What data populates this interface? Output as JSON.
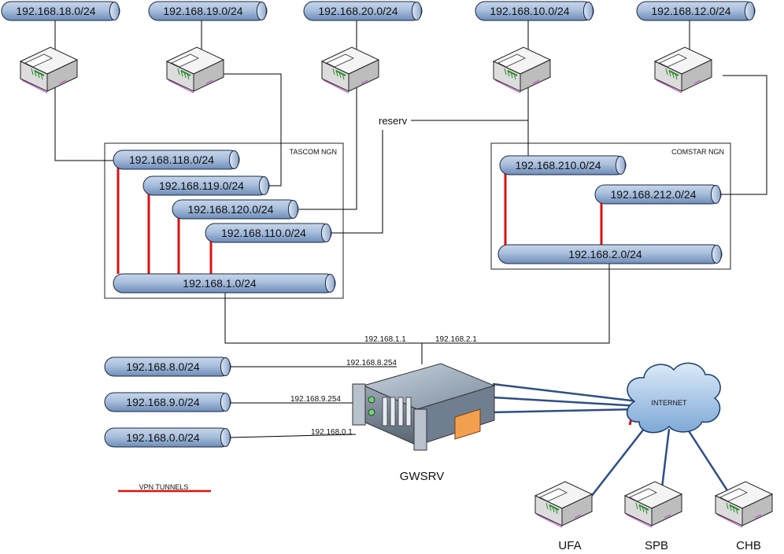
{
  "top_networks": [
    {
      "id": "n18",
      "label": "192.168.18.0/24"
    },
    {
      "id": "n19",
      "label": "192.168.19.0/24"
    },
    {
      "id": "n20",
      "label": "192.168.20.0/24"
    },
    {
      "id": "n10",
      "label": "192.168.10.0/24"
    },
    {
      "id": "n12",
      "label": "192.168.12.0/24"
    }
  ],
  "tascom": {
    "title": "TASCOM NGN",
    "segments": [
      {
        "id": "t118",
        "label": "192.168.118.0/24"
      },
      {
        "id": "t119",
        "label": "192.168.119.0/24"
      },
      {
        "id": "t120",
        "label": "192.168.120.0/24"
      },
      {
        "id": "t110",
        "label": "192.168.110.0/24"
      },
      {
        "id": "t1",
        "label": "192.168.1.0/24"
      }
    ]
  },
  "comstar": {
    "title": "COMSTAR NGN",
    "segments": [
      {
        "id": "c210",
        "label": "192.168.210.0/24"
      },
      {
        "id": "c212",
        "label": "192.168.212.0/24"
      },
      {
        "id": "c2",
        "label": "192.168.2.0/24"
      }
    ]
  },
  "reserv_label": "reserv",
  "local_networks": [
    {
      "id": "l8",
      "label": "192.168.8.0/24",
      "gateway": "192.168.8.254"
    },
    {
      "id": "l9",
      "label": "192.168.9.0/24",
      "gateway": "192.168.9.254"
    },
    {
      "id": "l0",
      "label": "192.168.0.0/24",
      "gateway": "192.168.0.1"
    }
  ],
  "uplinks": {
    "tascom_ip": "192.168.1.1",
    "comstar_ip": "192.168.2.1"
  },
  "server_label": "GWSRV",
  "internet_label": "INTERNET",
  "branches": [
    {
      "id": "ufa",
      "label": "UFA"
    },
    {
      "id": "spb",
      "label": "SPB"
    },
    {
      "id": "chb",
      "label": "CHB"
    }
  ],
  "legend": {
    "label": "VPN TUNNELS",
    "color": "#e01010"
  },
  "colors": {
    "pipe": "#9fb6d6",
    "pipe_dark": "#5f7fae",
    "line": "#000000",
    "vpn": "#e01010",
    "wan": "#2d4f88"
  }
}
